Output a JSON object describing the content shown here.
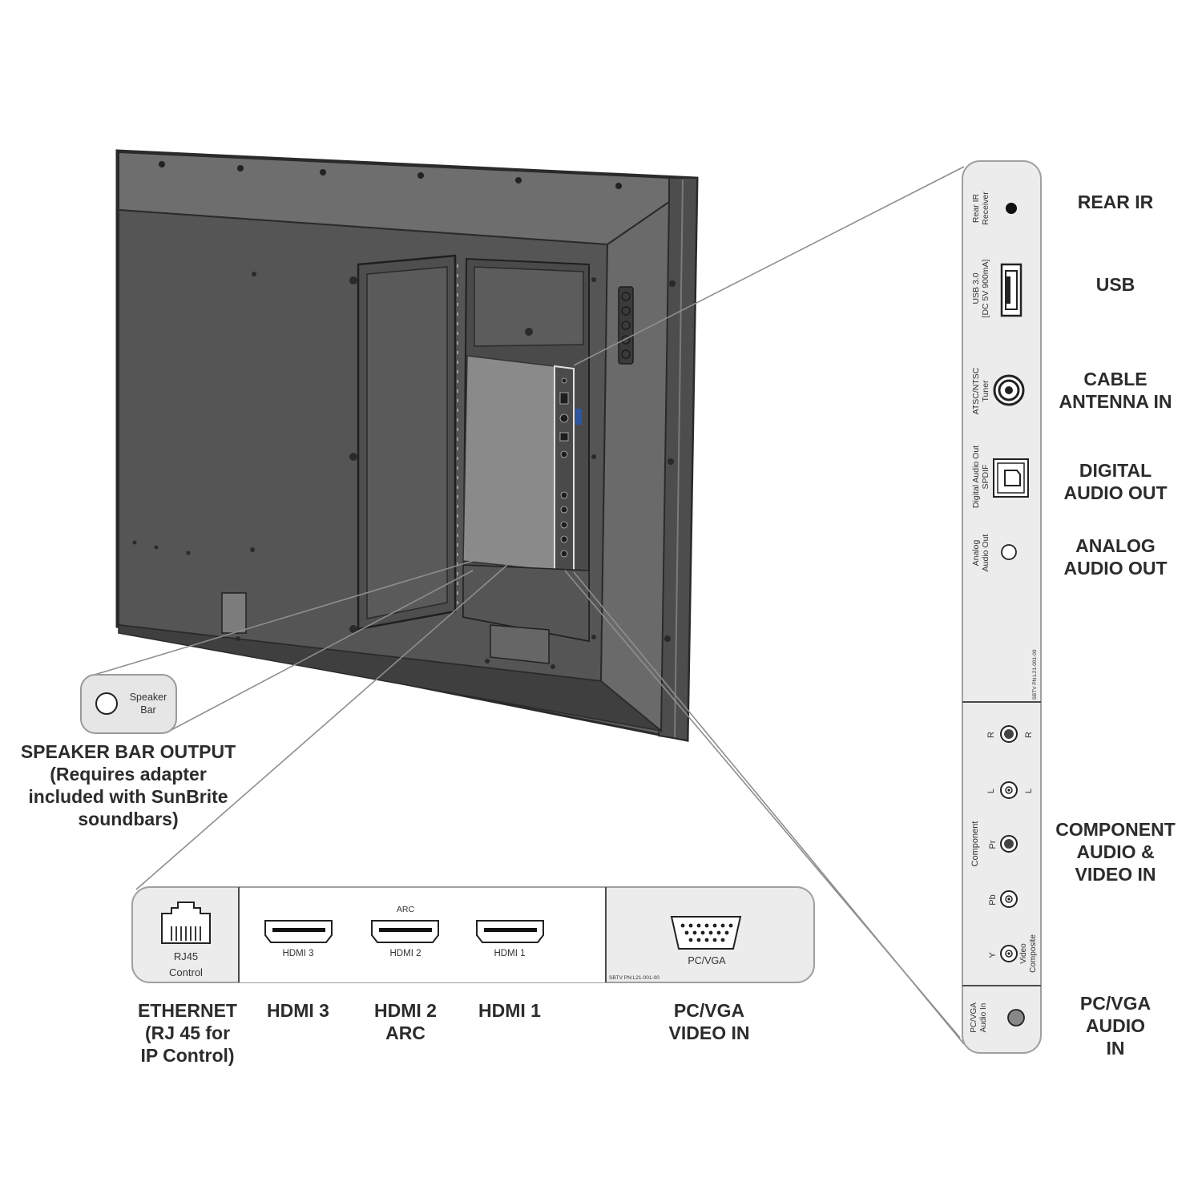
{
  "colors": {
    "tv_back": "#6b6b6b",
    "tv_frame": "#4a4a4a",
    "tv_dark": "#3c3c3c",
    "panel_fill": "#ececec",
    "panel_stroke": "#9a9a9a",
    "callout_line": "#8a8a8a"
  },
  "right_panel": {
    "rear_ir_port": "Rear IR\nReceiver",
    "usb_port": "USB 3.0\n[DC 5V 900mA]",
    "tuner_port": "ATSC/NTSC\nTuner",
    "spdif_port": "Digital Audio Out\nSPDIF",
    "analog_port": "Analog\nAudio Out",
    "part_number": "SBTV PN:L21-001-00",
    "component_r_left": "R",
    "component_r_right": "R",
    "component_l_left": "L",
    "component_l_right": "L",
    "component_pr": "Pr",
    "component_label": "Component",
    "component_pb": "Pb",
    "component_y": "Y",
    "composite_label": "Video\nComposite",
    "pcvga_audio_port": "PC/VGA\nAudio In"
  },
  "right_labels": {
    "rear_ir": "REAR IR",
    "usb": "USB",
    "cable": "CABLE\nANTENNA IN",
    "digital": "DIGITAL\nAUDIO OUT",
    "analog": "ANALOG\nAUDIO OUT",
    "component": "COMPONENT\nAUDIO &\nVIDEO IN",
    "pcvga_audio": "PC/VGA\nAUDIO\nIN"
  },
  "speaker_box": {
    "port": "Speaker\nBar"
  },
  "speaker_label": "SPEAKER BAR OUTPUT\n(Requires adapter\nincluded with SunBrite\nsoundbars)",
  "bottom_panel": {
    "rj45": "RJ45\nControl",
    "hdmi3": "HDMI 3",
    "hdmi2": "HDMI 2",
    "arc": "ARC",
    "hdmi1": "HDMI 1",
    "pcvga": "PC/VGA",
    "part_number": "SBTV PN:L21-001-00"
  },
  "bottom_labels": {
    "ethernet": "ETHERNET\n(RJ 45 for\nIP Control)",
    "hdmi3": "HDMI 3",
    "hdmi2": "HDMI 2\nARC",
    "hdmi1": "HDMI 1",
    "pcvga": "PC/VGA\nVIDEO IN"
  }
}
